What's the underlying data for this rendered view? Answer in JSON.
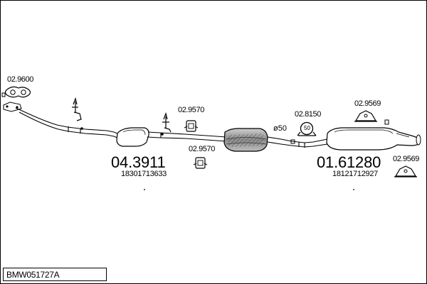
{
  "parts": {
    "flange_gasket": "02.9600",
    "hanger_mid_upper": "02.9570",
    "hanger_mid_lower": "02.9570",
    "clamp": "02.8150",
    "hanger_rear_upper": "02.9569",
    "hanger_rear_lower": "02.9569",
    "front_pipe_number": "04.3911",
    "front_pipe_oem": "18301713633",
    "rear_silencer_number": "01.61280",
    "rear_silencer_oem": "18121712927",
    "pipe_diameter": "ø50",
    "clamp_size": "50"
  },
  "reference": {
    "code": "BMW051727A"
  },
  "icons": [
    "flange-gasket-icon",
    "rubber-hanger-icon",
    "clamp-icon",
    "bracket-icon"
  ],
  "colors": {
    "line": "#000000",
    "muffler_fill": "#9a9a9a",
    "background": "#ffffff"
  }
}
